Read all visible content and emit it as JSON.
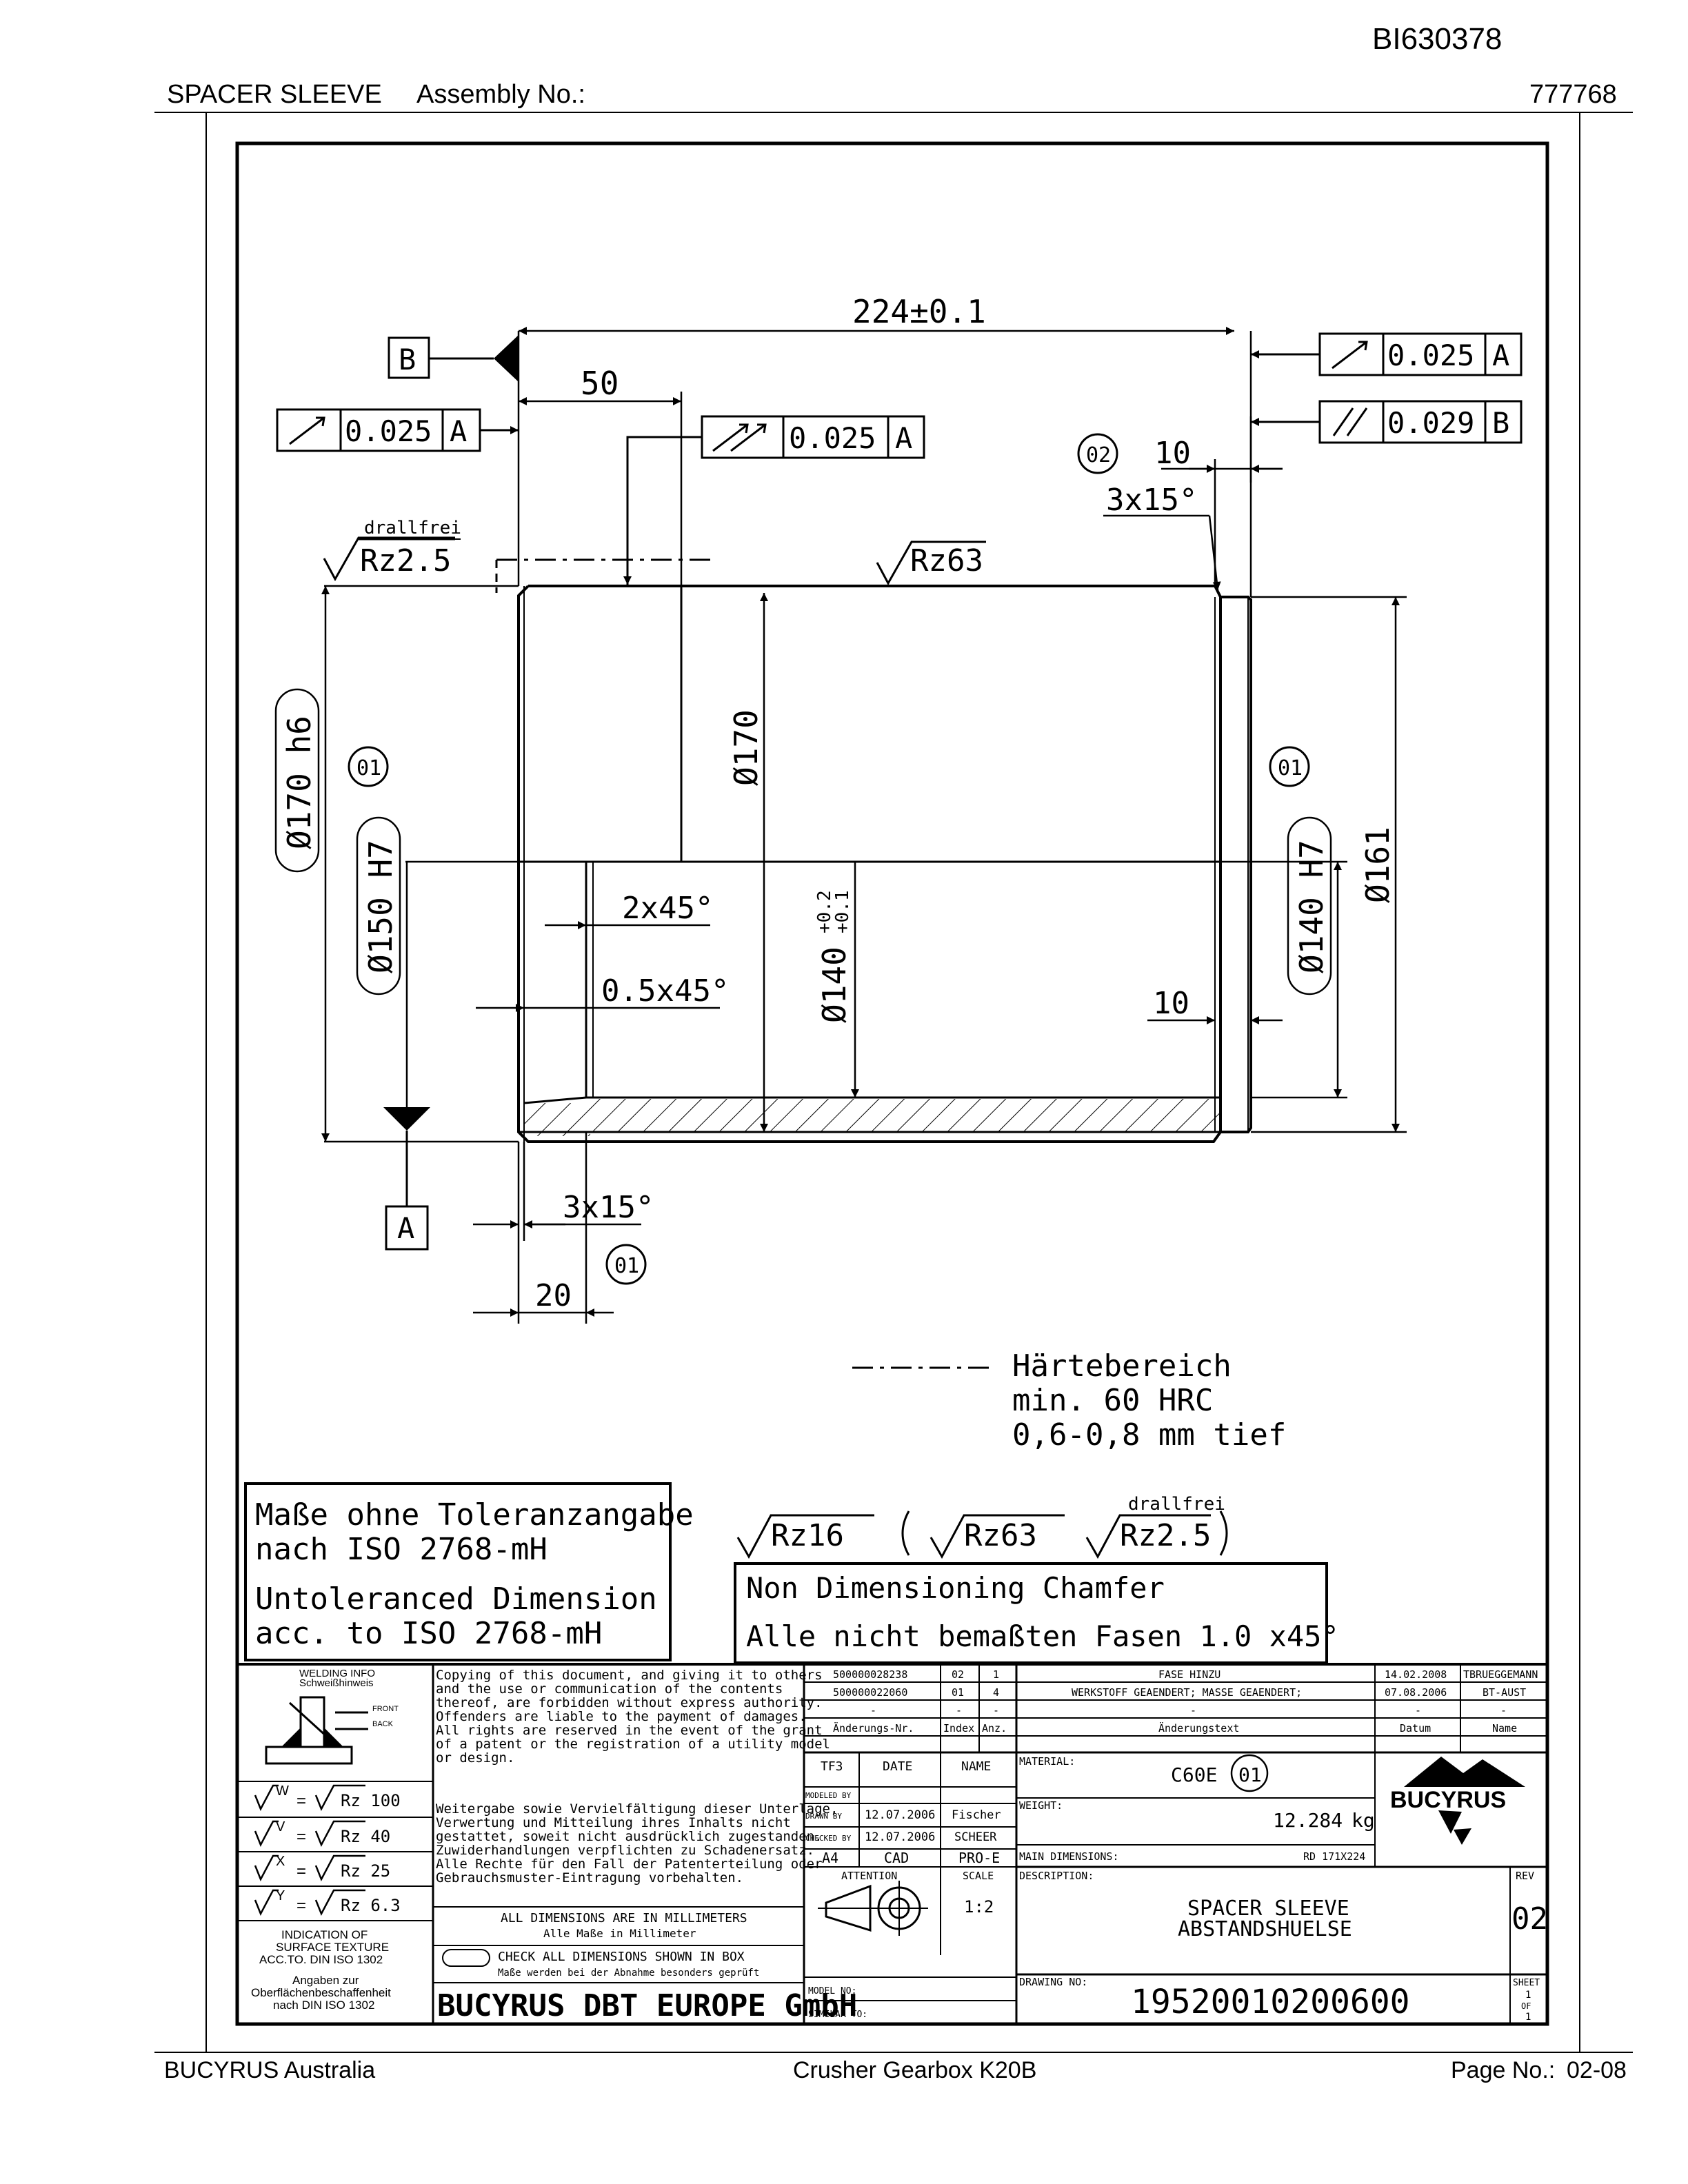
{
  "header": {
    "doc_id": "BI630378",
    "part_name": "SPACER SLEEVE",
    "assembly_label": "Assembly No.:",
    "assembly_no": "777768"
  },
  "footer": {
    "company": "BUCYRUS Australia",
    "product": "Crusher Gearbox K20B",
    "page_label": "Page No.:",
    "page_no": "02-08"
  },
  "drawing": {
    "dim_overall": "224±0.1",
    "dim_50": "50",
    "dim_10_top": "10",
    "dim_3x15_top": "3x15°",
    "dim_2x45": "2x45°",
    "dim_05x45": "0.5x45°",
    "dim_10_bottom": "10",
    "dim_3x15_bottom": "3x15°",
    "dim_20": "20",
    "dia_170": "Ø170",
    "dia_170h6": "Ø170 h6",
    "dia_150h7": "Ø150 H7",
    "dia_140": "Ø140",
    "dia_140_tol_upper": "+0.2",
    "dia_140_tol_lower": "+0.1",
    "dia_140h7": "Ø140 H7",
    "dia_161": "Ø161",
    "datum_a": "A",
    "datum_b": "B",
    "tol_runout_left_value": "0.025",
    "tol_runout_left_datum": "A",
    "tol_total_runout_value": "0.025",
    "tol_total_runout_datum": "A",
    "tol_runout_right_value": "0.025",
    "tol_runout_right_datum": "A",
    "tol_parallel_value": "0.029",
    "tol_parallel_datum": "B",
    "callout_01": "01",
    "callout_02": "02",
    "drallfrei": "drallfrei",
    "rz25": "Rz2.5",
    "rz63": "Rz63",
    "rz16": "Rz16",
    "hardening_1": "Härtebereich",
    "hardening_2": "min. 60 HRC",
    "hardening_3": "0,6-0,8 mm tief",
    "note_de_1": "Maße ohne Toleranzangabe",
    "note_de_2": "nach ISO 2768-mH",
    "note_en_1": "Untoleranced Dimension",
    "note_en_2": "acc. to ISO 2768-mH",
    "chamfer_en": "Non Dimensioning Chamfer",
    "chamfer_de": "Alle nicht bemaßten Fasen 1.0 x45°"
  },
  "title_block": {
    "welding_1": "WELDING INFO",
    "welding_2": "Schweißhinweis",
    "front": "FRONT",
    "back": "BACK",
    "surf_w": "Rz 100",
    "surf_v": "Rz 40",
    "surf_x": "Rz 25",
    "surf_y": "Rz 6.3",
    "surf_note_1": "INDICATION OF",
    "surf_note_2": "SURFACE TEXTURE",
    "surf_note_3": "ACC.TO. DIN ISO 1302",
    "surf_note_4": "Angaben zur",
    "surf_note_5": "Oberflächenbeschaffenheit",
    "surf_note_6": "nach DIN ISO 1302",
    "copy_1": "Copying of this document, and giving it to others",
    "copy_2": "and the use or communication of the contents",
    "copy_3": "thereof, are forbidden without express authority.",
    "copy_4": "Offenders are liable to the payment of damages.",
    "copy_5": "All rights are reserved in the event of the grant",
    "copy_6": "of a patent or the registration of a utility model",
    "copy_7": "or design.",
    "copy_de_1": "Weitergabe sowie Vervielfältigung dieser Unterlage,",
    "copy_de_2": "Verwertung und Mitteilung ihres Inhalts nicht",
    "copy_de_3": "gestattet, soweit nicht ausdrücklich zugestanden.",
    "copy_de_4": "Zuwiderhandlungen verpflichten zu Schadenersatz.",
    "copy_de_5": "Alle Rechte für den Fall der Patenterteilung oder",
    "copy_de_6": "Gebrauchsmuster-Eintragung vorbehalten.",
    "units_en": "ALL DIMENSIONS ARE IN MILLIMETERS",
    "units_de": "Alle Maße in Millimeter",
    "check_en": "CHECK ALL DIMENSIONS SHOWN IN BOX",
    "check_de": "Maße werden bei der Abnahme besonders geprüft",
    "company": "BUCYRUS DBT EUROPE GmbH",
    "rev_rows": [
      {
        "no": "500000028238",
        "idx": "02",
        "cnt": "1",
        "text": "FASE HINZU",
        "date": "14.02.2008",
        "name": "TBRUEGGEMANN"
      },
      {
        "no": "500000022060",
        "idx": "01",
        "cnt": "4",
        "text": "WERKSTOFF GEAENDERT; MASSE GEAENDERT;",
        "date": "07.08.2006",
        "name": "BT-AUST"
      },
      {
        "no": "-",
        "idx": "-",
        "cnt": "-",
        "text": "-",
        "date": "-",
        "name": "-"
      }
    ],
    "rev_hdr_no": "Änderungs-Nr.",
    "rev_hdr_idx": "Index",
    "rev_hdr_cnt": "Anz.",
    "rev_hdr_text": "Änderungstext",
    "rev_hdr_date": "Datum",
    "rev_hdr_name": "Name",
    "tf3": "TF3",
    "date_label": "DATE",
    "name_label": "NAME",
    "modeled_by": "MODELED BY",
    "drawn_by": "DRAWN BY",
    "drawn_date": "12.07.2006",
    "drawn_name": "Fischer",
    "checked_by": "CHECKED BY",
    "checked_date": "12.07.2006",
    "checked_name": "SCHEER",
    "paper": "A4",
    "cad": "CAD",
    "pro_e": "PRO-E",
    "attention": "ATTENTION",
    "scale_label": "SCALE",
    "scale": "1:2",
    "model_no": "MODEL NO:",
    "similar_to": "SIMILAR TO:",
    "material_label": "MATERIAL:",
    "material": "C60E",
    "material_rev": "01",
    "weight_label": "WEIGHT:",
    "weight": "12.284",
    "weight_unit": "kg",
    "main_dim_label": "MAIN DIMENSIONS:",
    "main_dim": "RD 171X224",
    "desc_label": "DESCRIPTION:",
    "desc_1": "SPACER SLEEVE",
    "desc_2": "ABSTANDSHUELSE",
    "rev_label": "REV",
    "rev": "02",
    "drawing_no_label": "DRAWING NO:",
    "drawing_no": "19520010200600",
    "sheet_label": "SHEET",
    "sheet_no": "1",
    "sheet_of": "OF",
    "sheet_total": "1",
    "logo": "BUCYRUS"
  }
}
